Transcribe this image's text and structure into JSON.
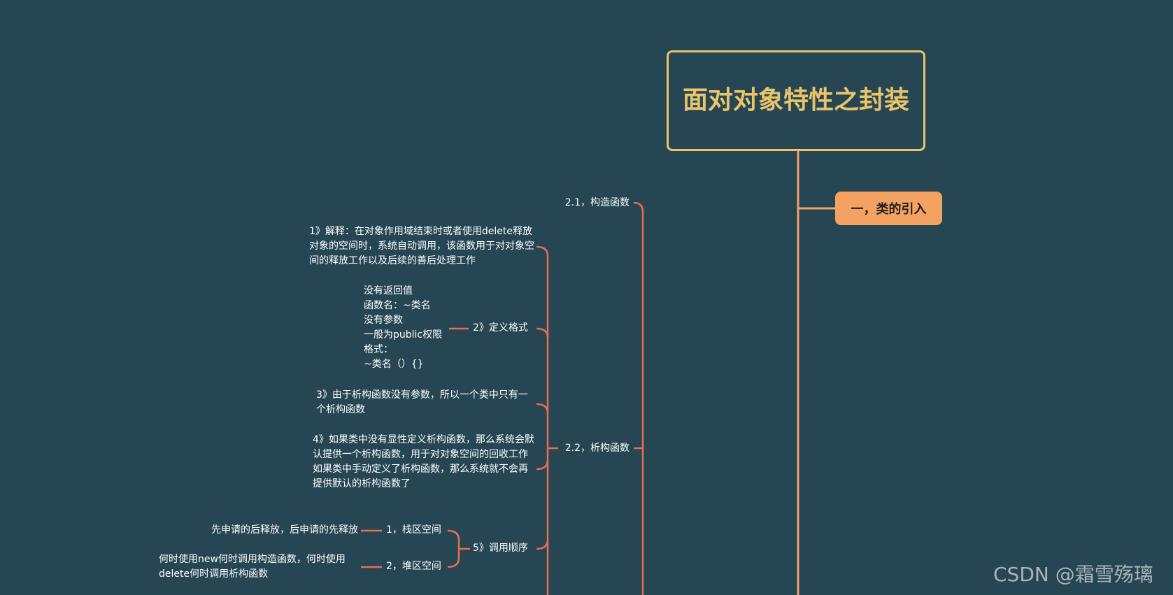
{
  "root": {
    "title": "面对对象特性之封装"
  },
  "topic1": {
    "label": "一，类的引入"
  },
  "sub": {
    "constructor": "2.1，构造函数",
    "destructor": "2.2，析构函数"
  },
  "destructor": {
    "d1": "1》解释：在对象作用域结束时或者使用delete释放对象的空间时，系统自动调用，该函数用于对对象空间的释放工作以及后续的善后处理工作",
    "d2_label": "2》定义格式",
    "d2_lines": [
      "没有返回值",
      "函数名：~类名",
      "没有参数",
      "一般为public权限",
      "格式：",
      "~类名（）{}"
    ],
    "d3": "3》由于析构函数没有参数，所以一个类中只有一个析构函数",
    "d4_lines": [
      "4》如果类中没有显性定义析构函数，那么系统会默认提供一个析构函数，用于对对象空间的回收工作",
      "如果类中手动定义了析构函数，那么系统就不会再提供默认的析构函数了"
    ],
    "d5_label": "5》调用顺序",
    "stack_label": "1，栈区空间",
    "stack_text": "先申请的后释放，后申请的先释放",
    "heap_label": "2，堆区空间",
    "heap_text": "何时使用new何时调用构造函数，何时使用delete何时调用析构函数"
  },
  "watermark": "CSDN @霜雪殇璃",
  "colors": {
    "background": "#264653",
    "root": "#e9c46a",
    "topic": "#f4a261",
    "line": "#e76f51"
  }
}
